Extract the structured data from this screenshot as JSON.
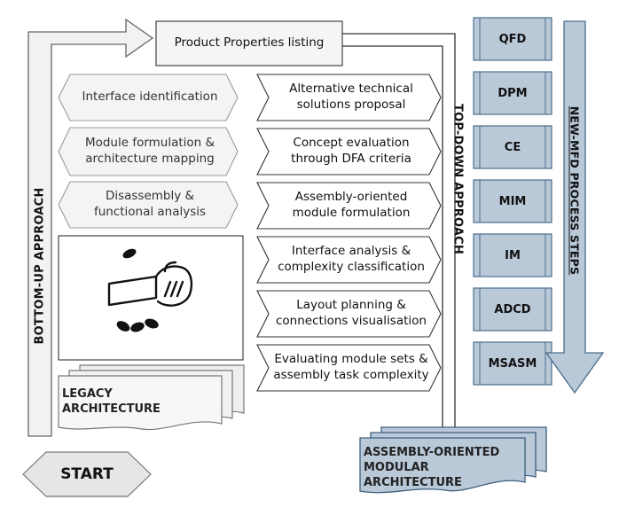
{
  "top_box": {
    "label": "Product Properties listing"
  },
  "left_steps": [
    {
      "label": "Interface identification"
    },
    {
      "label": "Module formulation & architecture mapping"
    },
    {
      "label": "Disassembly & functional analysis"
    }
  ],
  "right_steps": [
    {
      "label": "Alternative technical solutions proposal"
    },
    {
      "label": "Concept evaluation through DFA criteria"
    },
    {
      "label": "Assembly-oriented module formulation"
    },
    {
      "label": "Interface analysis & complexity classification"
    },
    {
      "label": "Layout planning & connections visualisation"
    },
    {
      "label": "Evaluating module sets & assembly task complexity"
    }
  ],
  "process_steps": [
    "QFD",
    "DPM",
    "CE",
    "MIM",
    "IM",
    "ADCD",
    "MSASM"
  ],
  "labels": {
    "bottom_up": "BOTTOM-UP APPROACH",
    "top_down": "TOP-DOWN APPROACH",
    "process_steps_title": "NEW-MFD PROCESS STEPS",
    "legacy": "LEGACY ARCHITECTURE",
    "output": "ASSEMBLY-ORIENTED MODULAR ARCHITECTURE",
    "start": "START"
  },
  "colors": {
    "step_fill": "#b9c9d8",
    "step_border": "#4a6d8c",
    "arrow_fill": "#f2f2f2",
    "chevron_fill": "#f4f4f4",
    "output_fill": "#b9c9d8"
  }
}
